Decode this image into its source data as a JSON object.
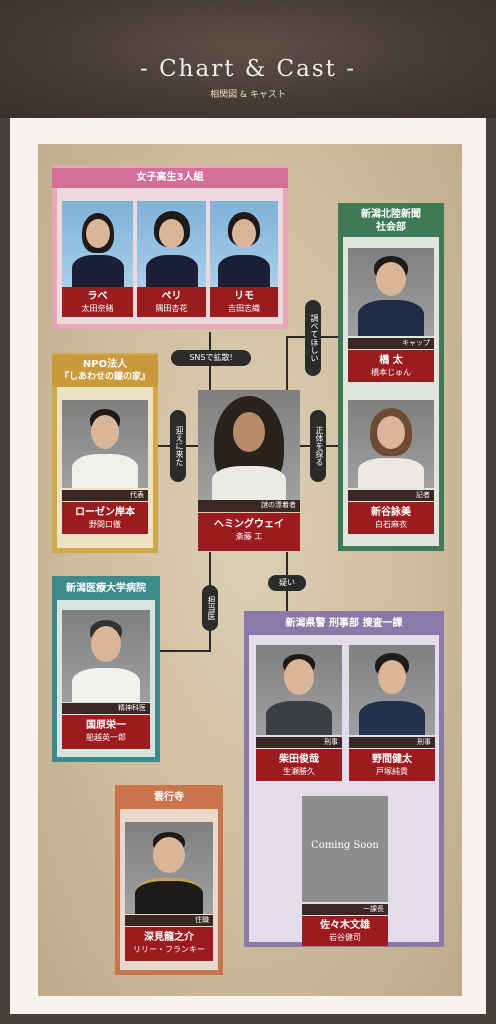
{
  "header": {
    "title": "- Chart & Cast -",
    "subtitle": "相関図 & キャスト"
  },
  "groups": {
    "girls": "女子高生3人組",
    "npo_line1": "NPO法人",
    "npo_line2": "『しあわせの鐘の家』",
    "news_line1": "新潟北陸新聞",
    "news_line2": "社会部",
    "hospital": "新潟医療大学病院",
    "police": "新潟県警 刑事部 捜査一課",
    "temple": "雲行寺"
  },
  "cast": {
    "rabe": {
      "role": "ラベ",
      "actor": "太田奈緒"
    },
    "peri": {
      "role": "ペリ",
      "actor": "隅田杏花"
    },
    "rimo": {
      "role": "リモ",
      "actor": "吉田志織"
    },
    "hashi": {
      "title": "キャップ",
      "role": "橋 太",
      "actor": "橋本じゅん"
    },
    "shintani": {
      "title": "記者",
      "role": "新谷詠美",
      "actor": "白石麻衣"
    },
    "rosen": {
      "title": "代表",
      "role": "ローゼン岸本",
      "actor": "野間口徹"
    },
    "hemingway": {
      "title": "謎の漂着者",
      "role": "ヘミングウェイ",
      "actor": "斎藤 工"
    },
    "kunihara": {
      "title": "精神科医",
      "role": "国原栄一",
      "actor": "船越英一郎"
    },
    "shibata": {
      "title": "刑事",
      "role": "柴田俊哉",
      "actor": "生瀬勝久"
    },
    "noma": {
      "title": "刑事",
      "role": "野間健太",
      "actor": "戸塚純貴"
    },
    "sasaki": {
      "title": "一課長",
      "role": "佐々木文雄",
      "actor": "岩谷健司",
      "photo_text": "Coming Soon"
    },
    "fukami": {
      "title": "住職",
      "role": "深見龍之介",
      "actor": "リリー・フランキー"
    }
  },
  "relations": {
    "sns": "SNSで拡散!",
    "investigate": "調べてほしい",
    "pickup": "迎えに来た",
    "identity": "正体を探る",
    "doctor": "担当医",
    "suspect": "疑い"
  },
  "colors": {
    "pink": "#e8a6b8",
    "green": "#3e7a55",
    "mustard": "#d1a84a",
    "teal": "#3c8a8c",
    "purple": "#8b7aa8",
    "orange": "#c9744a",
    "name_red": "#9c1b1f"
  }
}
